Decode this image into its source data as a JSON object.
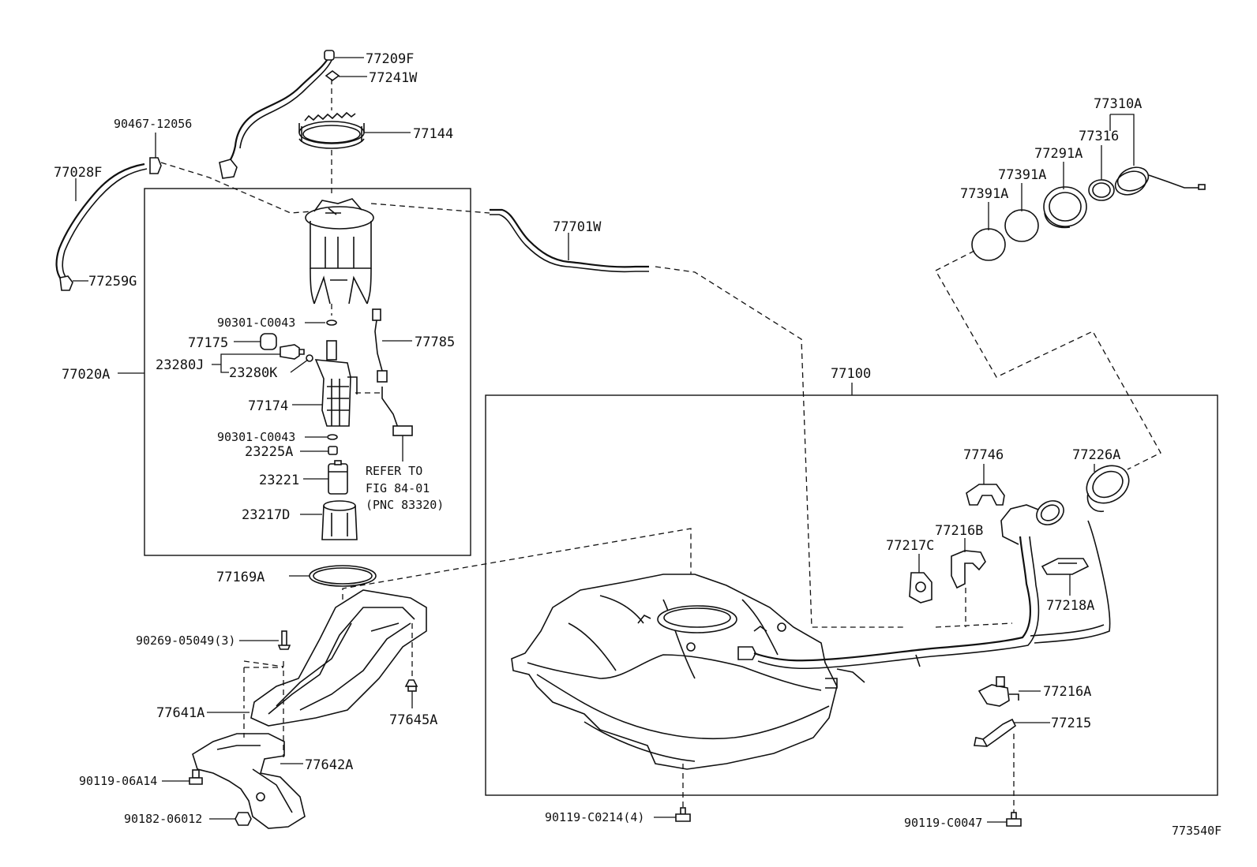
{
  "diagram": {
    "figure_code": "773540F",
    "labels": {
      "p77209F": "77209F",
      "p77241W": "77241W",
      "p77144": "77144",
      "p90467": "90467-12056",
      "p77028F": "77028F",
      "p77259G": "77259G",
      "p77701W": "77701W",
      "p77310A": "77310A",
      "p77316": "77316",
      "p77291A": "77291A",
      "p77391A_1": "77391A",
      "p77391A_2": "77391A",
      "p77100": "77100",
      "p77020A": "77020A",
      "p90301_1": "90301-C0043",
      "p77175": "77175",
      "p23280J": "23280J",
      "p23280K": "23280K",
      "p77785": "77785",
      "p77174": "77174",
      "p90301_2": "90301-C0043",
      "p23225A": "23225A",
      "p23221": "23221",
      "p23217D": "23217D",
      "refer1": "REFER TO",
      "refer2": "FIG 84-01",
      "refer3": "(PNC 83320)",
      "p77169A": "77169A",
      "p90269": "90269-05049(3)",
      "p77641A": "77641A",
      "p77645A": "77645A",
      "p77642A": "77642A",
      "p90119_06A14": "90119-06A14",
      "p90182": "90182-06012",
      "p77746": "77746",
      "p77226A": "77226A",
      "p77216B": "77216B",
      "p77217C": "77217C",
      "p77218A": "77218A",
      "p77216A": "77216A",
      "p77215": "77215",
      "p90119_C0214": "90119-C0214(4)",
      "p90119_C0047": "90119-C0047"
    }
  }
}
